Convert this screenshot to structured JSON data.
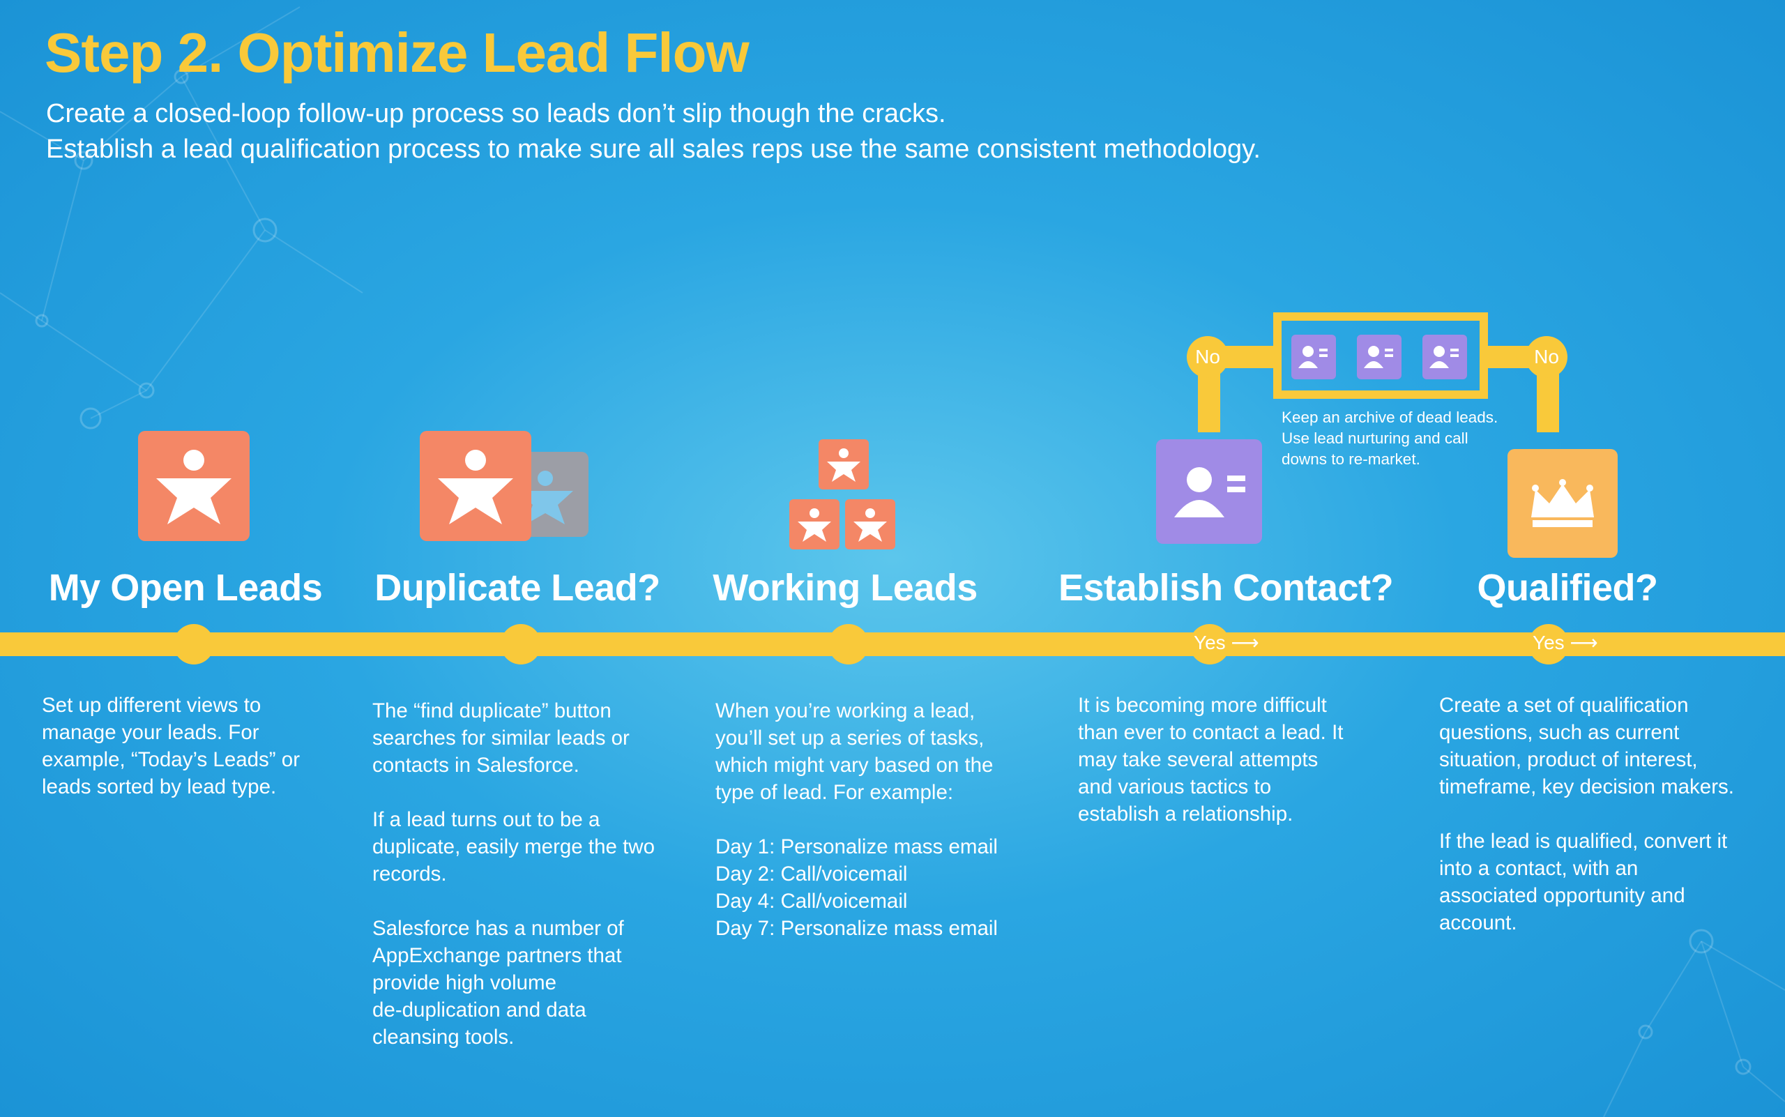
{
  "header": {
    "title": "Step 2. Optimize Lead Flow",
    "subtitle_line1": "Create a closed-loop follow-up process so leads don’t slip though the cracks.",
    "subtitle_line2": "Establish a lead qualification process to make sure all sales reps use the same consistent methodology."
  },
  "colors": {
    "background": "#2aa6e2",
    "accent_yellow": "#f9c93a",
    "tile_orange": "#f48766",
    "tile_grey": "#9c9ea6",
    "tile_purple": "#a08be6",
    "tile_gold": "#f9b85c"
  },
  "stages": [
    {
      "title": "My Open Leads",
      "icon": "person-star-icon",
      "paragraphs": [
        [
          "Set up different views to",
          "manage your leads. For",
          "example, “Today’s Leads” or",
          "leads sorted by lead type."
        ]
      ]
    },
    {
      "title": "Duplicate Lead?",
      "icon": "duplicate-person-icon",
      "paragraphs": [
        [
          "The “find duplicate” button",
          "searches for similar leads or",
          "contacts in Salesforce."
        ],
        [
          "If a lead turns out to be a",
          "duplicate, easily merge the two",
          "records."
        ],
        [
          "Salesforce has a number of",
          "AppExchange partners that",
          "provide high volume",
          "de-duplication and data",
          "cleansing tools."
        ]
      ]
    },
    {
      "title": "Working Leads",
      "icon": "stacked-leads-icon",
      "paragraphs": [
        [
          "When you’re working a lead,",
          "you’ll set up a series of tasks,",
          "which might vary based on the",
          "type of lead. For example:"
        ],
        [
          "Day 1: Personalize mass email",
          "Day 2: Call/voicemail",
          "Day 4: Call/voicemail",
          "Day 7: Personalize mass email"
        ]
      ]
    },
    {
      "title": "Establish Contact?",
      "icon": "contact-card-icon",
      "yes_label": "Yes",
      "no_label": "No",
      "paragraphs": [
        [
          "It is becoming more difficult",
          "than ever to contact a lead. It",
          "may take several attempts",
          "and various tactics to",
          "establish a relationship."
        ]
      ]
    },
    {
      "title": "Qualified?",
      "icon": "crown-icon",
      "yes_label": "Yes",
      "no_label": "No",
      "paragraphs": [
        [
          "Create a set of qualification",
          "questions, such as current",
          "situation, product of interest,",
          "timeframe, key decision makers."
        ],
        [
          "If the lead is qualified, convert it",
          "into a contact, with an",
          "associated opportunity and",
          "account."
        ]
      ]
    }
  ],
  "archive": {
    "icon": "contact-card-icon",
    "note_lines": [
      "Keep an archive of dead",
      "leads. Use lead nurturing",
      "and call downs to re-market."
    ]
  }
}
